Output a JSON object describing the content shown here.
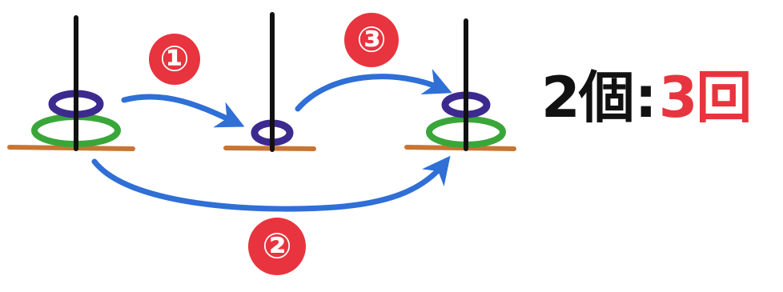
{
  "caption": {
    "disk_count": "2個",
    "separator": ":",
    "move_count": "3回"
  },
  "moves": [
    {
      "step": "①",
      "from": "left",
      "to": "center"
    },
    {
      "step": "②",
      "from": "left",
      "to": "right"
    },
    {
      "step": "③",
      "from": "center",
      "to": "right"
    }
  ],
  "colors": {
    "rod": "#111111",
    "base": "#c87533",
    "disk_small": "#3d2a8f",
    "disk_large": "#3aa63a",
    "arrow": "#2f6fd6",
    "step_badge": "#e8343e",
    "caption_highlight": "#e8343e",
    "caption_text": "#111111"
  },
  "icons": {
    "disk_small": "purple-disk-icon",
    "disk_large": "green-disk-icon",
    "arrow": "blue-arrow-icon"
  }
}
